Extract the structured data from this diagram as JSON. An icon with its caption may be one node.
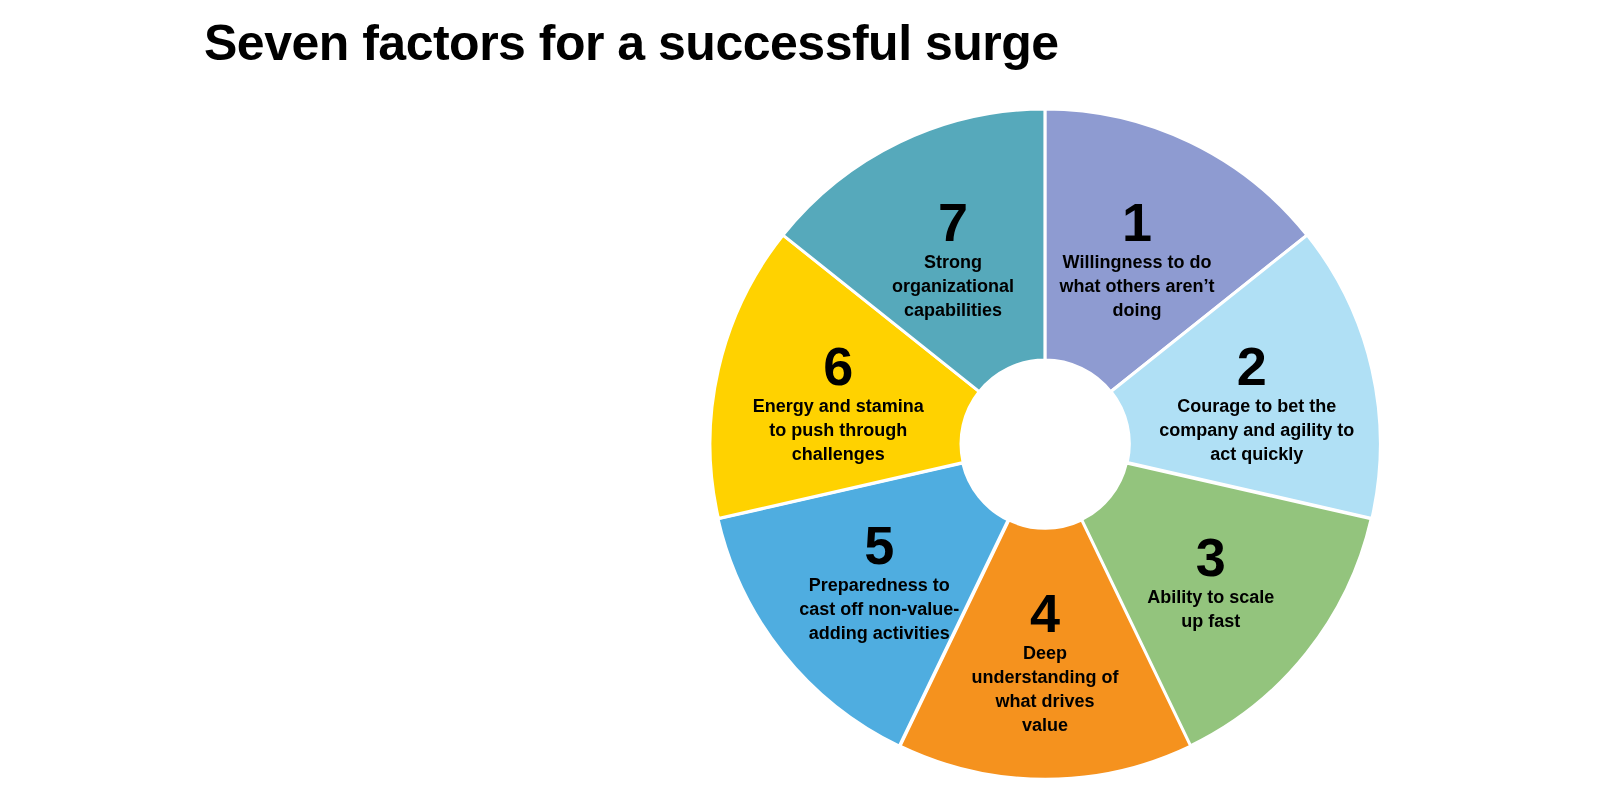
{
  "diagram": {
    "title": "Seven factors for a successful surge",
    "nodes": [
      {
        "text": [
          "1",
          "Willingness to do what others aren’t doing"
        ]
      },
      {
        "text": [
          "2",
          "Courage to bet the company and agility to act quickly"
        ]
      },
      {
        "text": [
          "3",
          "Ability to scale up fast"
        ]
      },
      {
        "text": [
          "4",
          "Deep understanding of what drives value"
        ]
      },
      {
        "text": [
          "5",
          "Preparedness to cast off non-value-adding activities"
        ]
      },
      {
        "text": [
          "6",
          "Energy and stamina to push through challenges"
        ]
      },
      {
        "text": [
          "7",
          "Strong organizational capabilities"
        ]
      }
    ],
    "edges": []
  }
}
